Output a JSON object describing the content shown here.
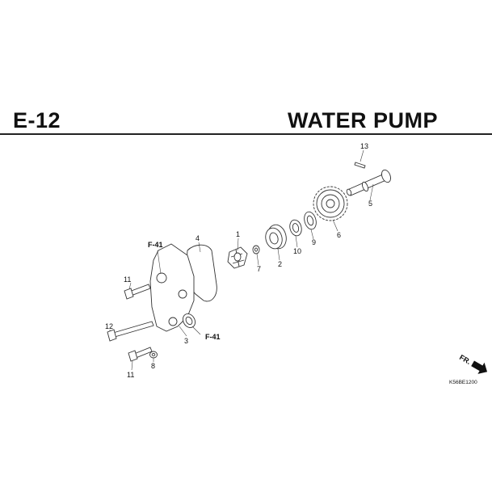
{
  "header": {
    "page_code": "E-12",
    "title": "WATER PUMP"
  },
  "callouts": [
    {
      "id": "1",
      "label": "1"
    },
    {
      "id": "2",
      "label": "2"
    },
    {
      "id": "3",
      "label": "3"
    },
    {
      "id": "4",
      "label": "4"
    },
    {
      "id": "5",
      "label": "5"
    },
    {
      "id": "6",
      "label": "6"
    },
    {
      "id": "7",
      "label": "7"
    },
    {
      "id": "8",
      "label": "8"
    },
    {
      "id": "9",
      "label": "9"
    },
    {
      "id": "10",
      "label": "10"
    },
    {
      "id": "11a",
      "label": "11"
    },
    {
      "id": "11b",
      "label": "11"
    },
    {
      "id": "12",
      "label": "12"
    },
    {
      "id": "13",
      "label": "13"
    }
  ],
  "references": [
    {
      "id": "f41-top",
      "label": "F-41"
    },
    {
      "id": "f41-bottom",
      "label": "F-41"
    }
  ],
  "front_indicator": {
    "label": "FR."
  },
  "diagram_code": "K56BE1200",
  "colors": {
    "ink": "#111111",
    "line": "#333333",
    "background": "#ffffff"
  }
}
